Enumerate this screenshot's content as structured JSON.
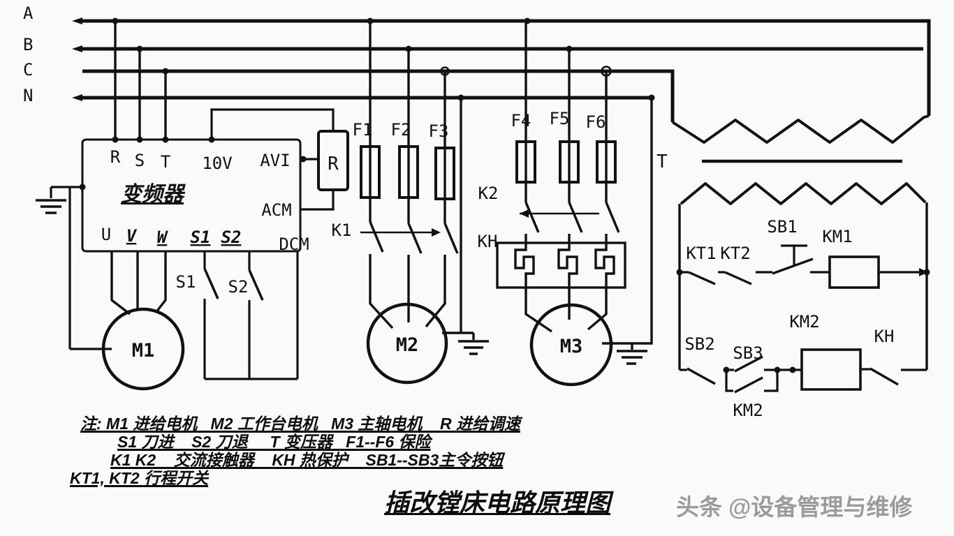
{
  "diagram": {
    "phase_labels": {
      "a": "A",
      "b": "B",
      "c": "C",
      "n": "N"
    },
    "inverter": {
      "name": "变频器",
      "term_r": "R",
      "term_s": "S",
      "term_t": "T",
      "term_10v": "10V",
      "term_avi": "AVI",
      "term_acm": "ACM",
      "term_dcm": "DCM",
      "term_u": "U",
      "term_v": "V",
      "term_w": "W",
      "term_s1": "S1",
      "term_s2": "S2"
    },
    "resistor_label": "R",
    "fuses": {
      "f1": "F1",
      "f2": "F2",
      "f3": "F3",
      "f4": "F4",
      "f5": "F5",
      "f6": "F6"
    },
    "contactors": {
      "k1": "K1",
      "k2": "K2"
    },
    "thermal_relay_label": "KH",
    "transformer_label": "T",
    "motors": {
      "m1": "M1",
      "m2": "M2",
      "m3": "M3"
    },
    "knife_switches": {
      "s1": "S1",
      "s2": "S2"
    },
    "control": {
      "kt1": "KT1",
      "kt2": "KT2",
      "sb1": "SB1",
      "km1": "KM1",
      "sb2": "SB2",
      "sb3": "SB3",
      "km2_coil": "KM2",
      "km2_contact": "KM2",
      "kh_contact": "KH"
    },
    "notes": {
      "line1": "注: M1 进给电机   M2 工作台电机   M3 主轴电机    R 进给调速",
      "line2": "S1 刀进    S2 刀退     T 变压器   F1--F6 保险",
      "line3": "K1 K2    交流接触器    KH 热保护    SB1--SB3主令按钮",
      "line4": "KT1, KT2 行程开关"
    },
    "title": "插改镗床电路原理图",
    "watermark": "头条 @设备管理与维修"
  }
}
